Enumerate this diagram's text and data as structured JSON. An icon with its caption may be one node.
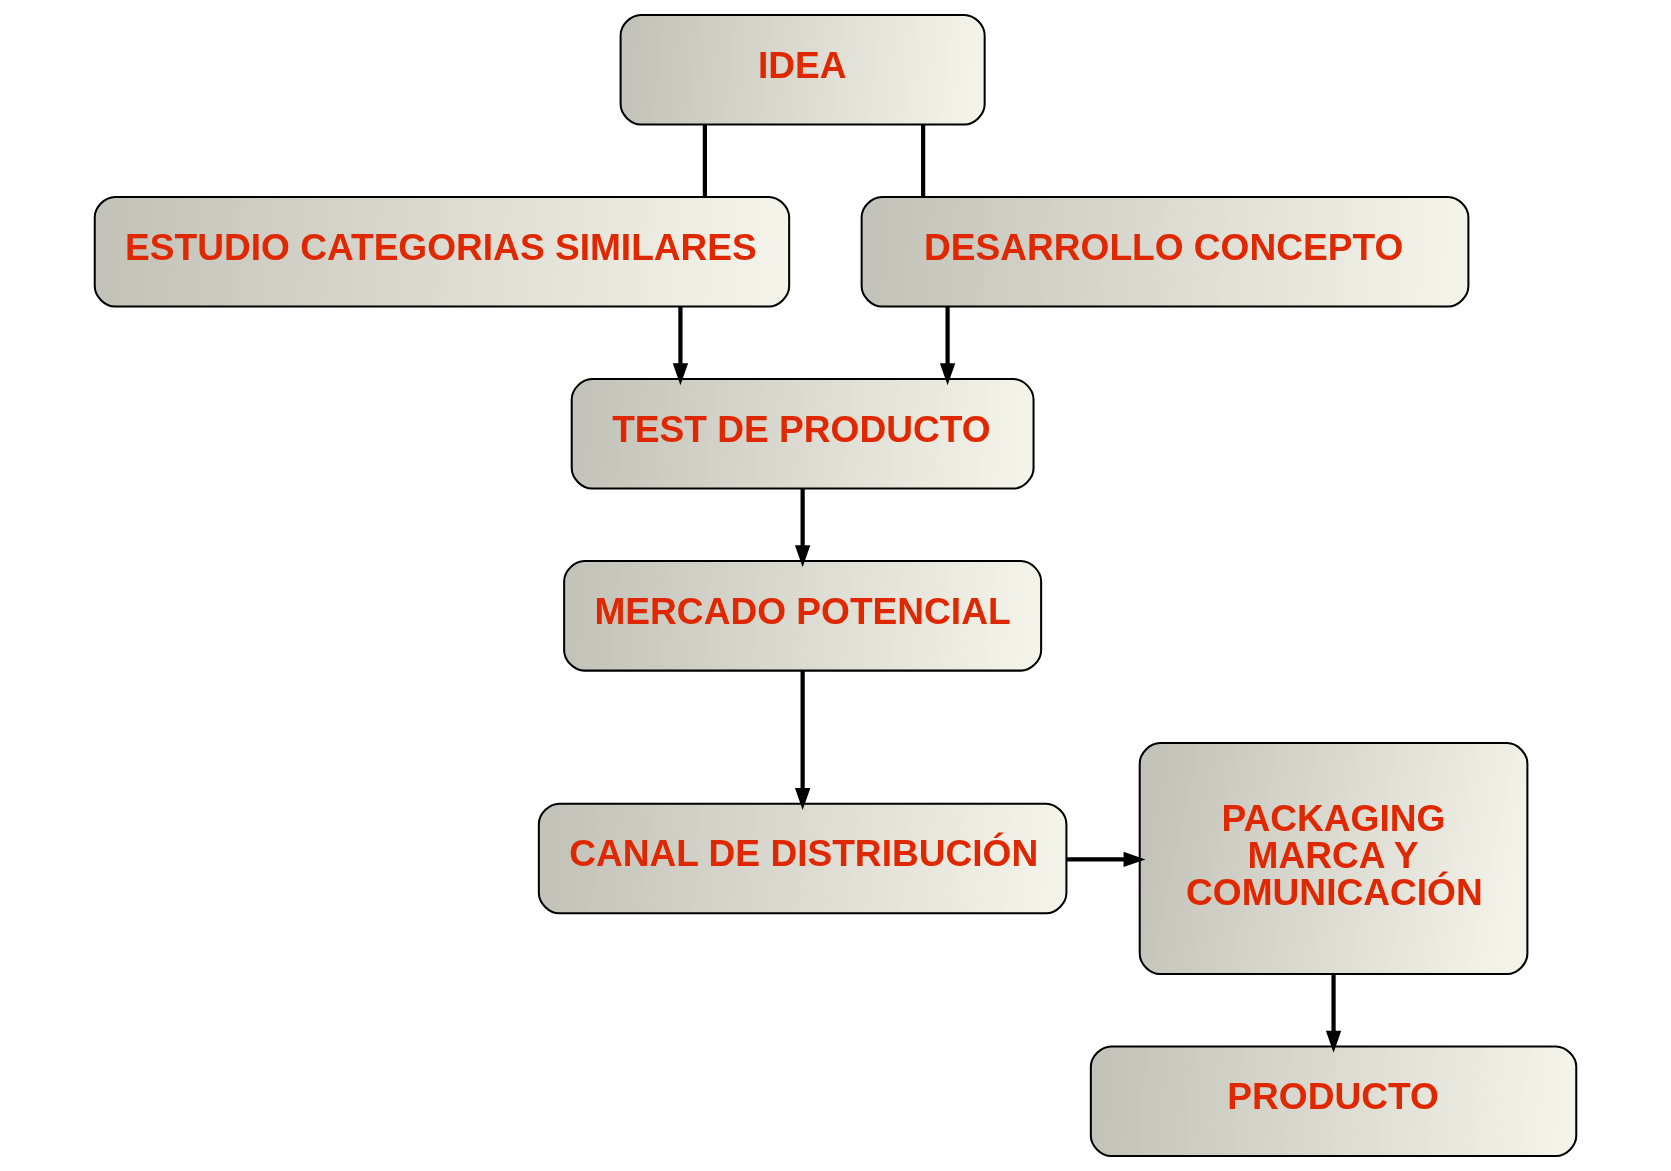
{
  "diagram": {
    "nodes": [
      {
        "text": [
          "IDEA"
        ]
      },
      {
        "text": [
          "ESTUDIO CATEGORIAS SIMILARES"
        ]
      },
      {
        "text": [
          "DESARROLLO CONCEPTO"
        ]
      },
      {
        "text": [
          "TEST DE PRODUCTO"
        ]
      },
      {
        "text": [
          "MERCADO POTENCIAL"
        ]
      },
      {
        "text": [
          "CANAL DE DISTRIBUCIÓN"
        ]
      },
      {
        "text": [
          "PACKAGING MARCA Y COMUNICACIÓN"
        ]
      },
      {
        "text": [
          "PRODUCTO"
        ]
      }
    ],
    "edges": [
      {
        "from": 0,
        "to": 1,
        "arrow": "none"
      },
      {
        "from": 0,
        "to": 2,
        "arrow": "none"
      },
      {
        "from": 1,
        "to": 3,
        "arrow": "to"
      },
      {
        "from": 2,
        "to": 3,
        "arrow": "to"
      },
      {
        "from": 3,
        "to": 4,
        "arrow": "to"
      },
      {
        "from": 4,
        "to": 5,
        "arrow": "to"
      },
      {
        "from": 5,
        "to": 6,
        "arrow": "to"
      },
      {
        "from": 6,
        "to": 7,
        "arrow": "to"
      }
    ]
  }
}
